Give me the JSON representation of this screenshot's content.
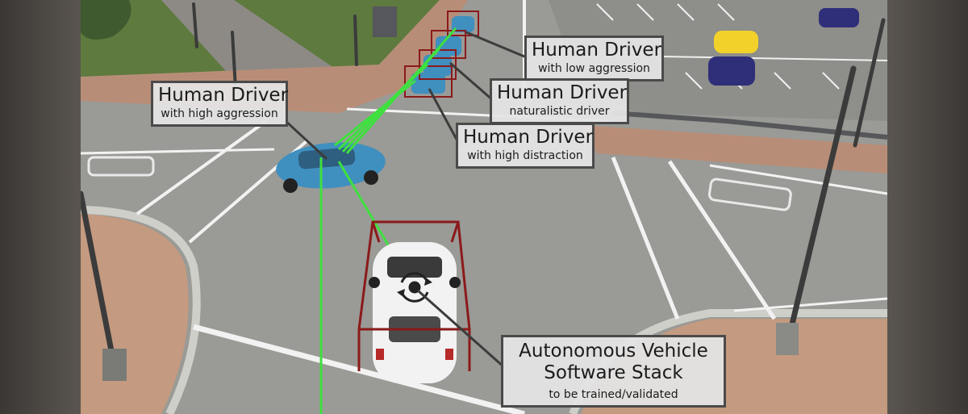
{
  "scene": {
    "colors": {
      "road": "#9a9a96",
      "lane_marking": "#f2f2f2",
      "grass": "#5e7a3e",
      "sidewalk_brick": "#c49a80",
      "bounding_box": "#8b1a1a",
      "sensor_ray": "#3fe03f",
      "callout_fill": "#e4e4e4",
      "callout_border": "#4a4a4a",
      "ego_car": "#f2f2f2",
      "human_car": "#3f8fbf"
    },
    "icons": [
      "steering-rotation-icon"
    ]
  },
  "callouts": {
    "high_aggression": {
      "title": "Human Driver",
      "sub": "with high aggression"
    },
    "low_aggression": {
      "title": "Human Driver",
      "sub": "with low aggression"
    },
    "naturalistic": {
      "title": "Human Driver",
      "sub": "naturalistic driver"
    },
    "high_distraction": {
      "title": "Human Driver",
      "sub": "with high distraction"
    },
    "av_stack": {
      "title_line1": "Autonomous Vehicle",
      "title_line2": "Software Stack",
      "sub": "to be trained/validated"
    }
  }
}
